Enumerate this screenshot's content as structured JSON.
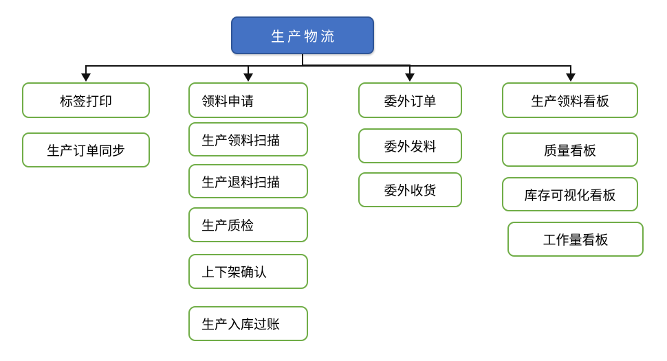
{
  "root": {
    "label": "生产物流"
  },
  "columns": [
    {
      "items": [
        "标签打印",
        "生产订单同步"
      ]
    },
    {
      "items": [
        "领料申请",
        "生产领料扫描",
        "生产退料扫描",
        "生产质检",
        "上下架确认",
        "生产入库过账"
      ]
    },
    {
      "items": [
        "委外订单",
        "委外发料",
        "委外收货"
      ]
    },
    {
      "items": [
        "生产领料看板",
        "质量看板",
        "库存可视化看板",
        "工作量看板"
      ]
    }
  ],
  "colors": {
    "root_fill": "#4472C4",
    "root_border": "#2F5597",
    "node_border": "#70AD47",
    "line_color": "#111111"
  }
}
